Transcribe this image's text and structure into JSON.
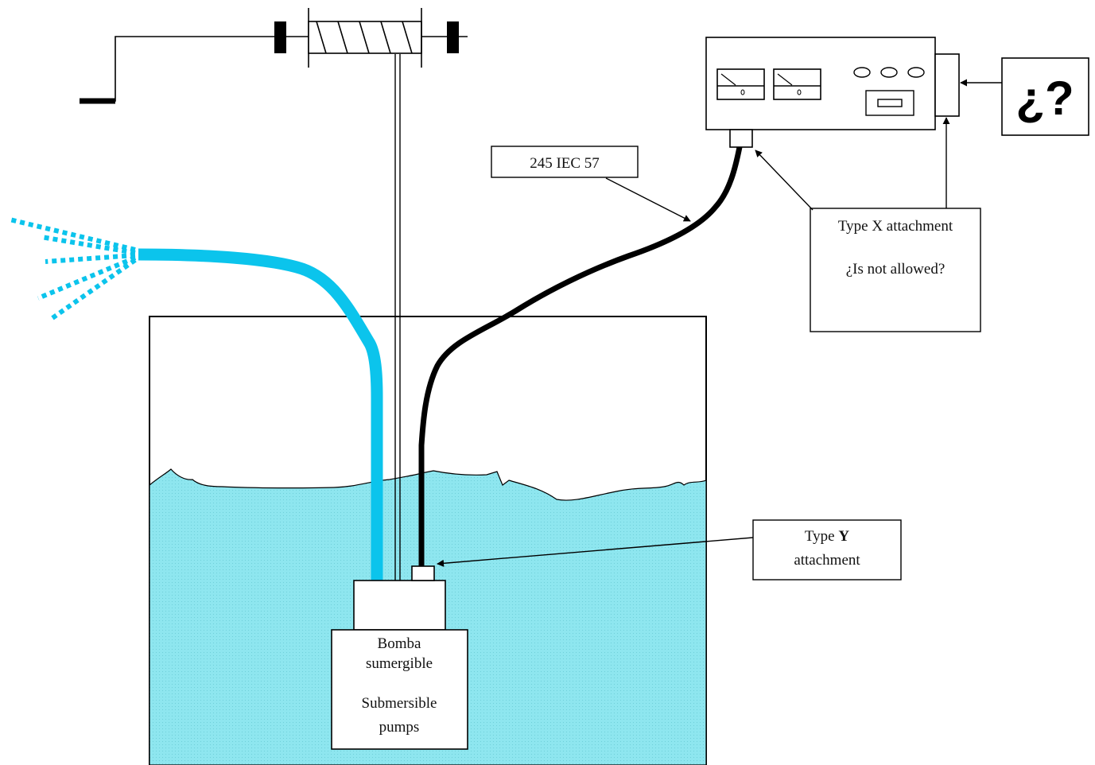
{
  "labels": {
    "cable_code": "245 IEC 57",
    "type_x_line1": "Type X attachment",
    "type_x_line2": "¿Is not allowed?",
    "question": "¿?",
    "type_y_prefix": "Type ",
    "type_y_bold": "Y",
    "type_y_line2": "attachment",
    "pump_es_line1": "Bomba",
    "pump_es_line2": "sumergible",
    "pump_en_line1": "Submersible",
    "pump_en_line2": "pumps"
  },
  "colors": {
    "water": "#8ee6ef",
    "hose": "#0bc4ec",
    "cable": "#000000",
    "outline": "#000000"
  },
  "icons": {
    "meter": "analog-meter-icon",
    "pulley": "pulley-reel-icon",
    "spray": "water-spray-icon"
  }
}
